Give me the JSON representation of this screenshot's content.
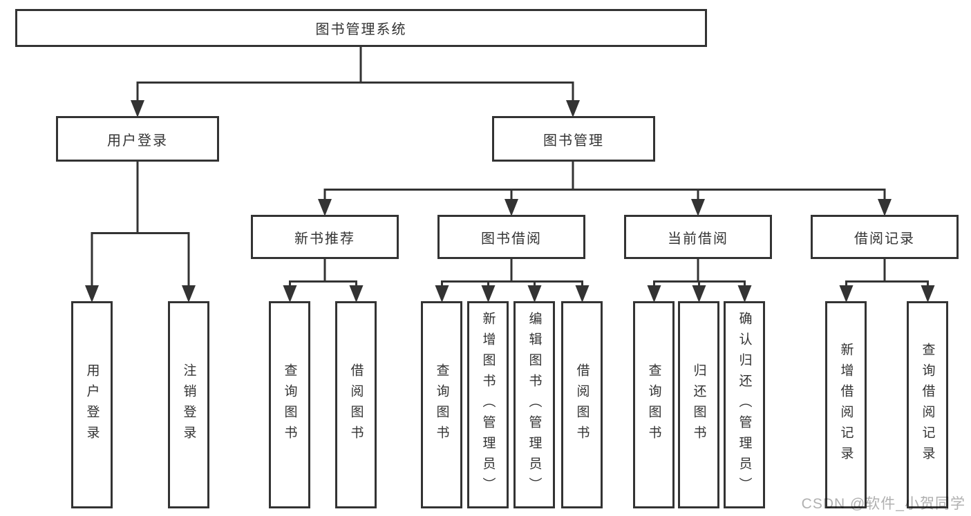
{
  "diagram": {
    "root": {
      "label": "图书管理系统"
    },
    "branches": [
      {
        "label": "用户登录",
        "leaves": [
          {
            "label": "用户登录"
          },
          {
            "label": "注销登录"
          }
        ]
      },
      {
        "label": "图书管理",
        "sections": [
          {
            "label": "新书推荐",
            "leaves": [
              {
                "label": "查询图书"
              },
              {
                "label": "借阅图书"
              }
            ]
          },
          {
            "label": "图书借阅",
            "leaves": [
              {
                "label": "查询图书"
              },
              {
                "label": "新增图书（管理员）"
              },
              {
                "label": "编辑图书（管理员）"
              },
              {
                "label": "借阅图书"
              }
            ]
          },
          {
            "label": "当前借阅",
            "leaves": [
              {
                "label": "查询图书"
              },
              {
                "label": "归还图书"
              },
              {
                "label": "确认归还（管理员）"
              }
            ]
          },
          {
            "label": "借阅记录",
            "leaves": [
              {
                "label": "新增借阅记录"
              },
              {
                "label": "查询借阅记录"
              }
            ]
          }
        ]
      }
    ]
  },
  "watermark": {
    "text": "CSDN @软件_小贺同学"
  },
  "colors": {
    "line": "#333333",
    "border": "#333333",
    "text": "#333333",
    "watermark": "#b0b0b0",
    "background": "#ffffff"
  }
}
